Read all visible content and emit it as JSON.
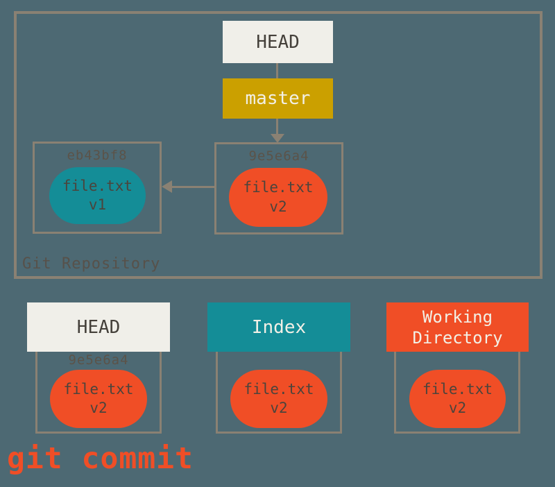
{
  "diagram": {
    "command": "git commit",
    "repository": {
      "label": "Git Repository",
      "head_label": "HEAD",
      "branch_label": "master",
      "commits": [
        {
          "hash": "eb43bf8",
          "file": "file.txt",
          "version": "v1",
          "blob_color": "#148D97"
        },
        {
          "hash": "9e5e6a4",
          "file": "file.txt",
          "version": "v2",
          "blob_color": "#F04E26"
        }
      ]
    },
    "columns": [
      {
        "title": "HEAD",
        "hash": "9e5e6a4",
        "file": "file.txt",
        "version": "v2"
      },
      {
        "title": "Index",
        "file": "file.txt",
        "version": "v2"
      },
      {
        "title": "Working Directory",
        "file": "file.txt",
        "version": "v2"
      }
    ],
    "colors": {
      "background": "#4D6973",
      "outline": "#8A8173",
      "head_box": "#F0EFE9",
      "branch_box": "#CBA000",
      "blob_red": "#F04E26",
      "blob_teal": "#148D97",
      "command_text": "#F04E26"
    }
  }
}
